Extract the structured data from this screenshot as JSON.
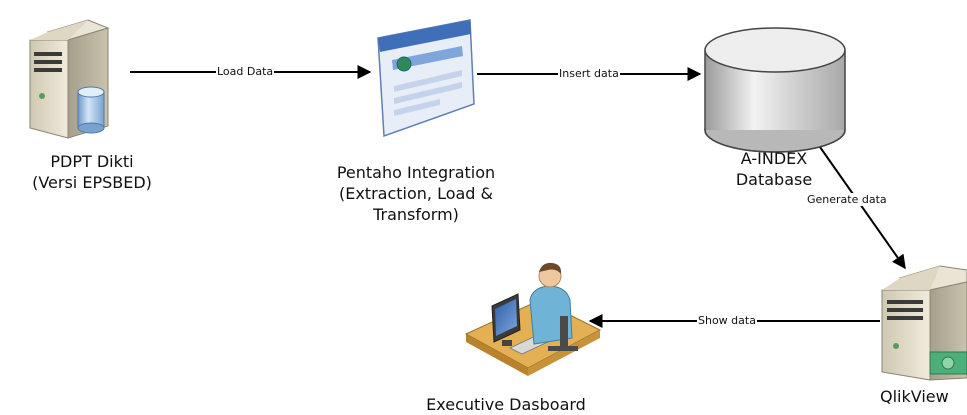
{
  "nodes": {
    "pdpt": {
      "line1": "PDPT Dikti",
      "line2": "(Versi EPSBED)",
      "icon": "server-database-icon"
    },
    "pentaho": {
      "line1": "Pentaho Integration",
      "line2": "(Extraction, Load &",
      "line3": "Transform)",
      "icon": "web-application-icon"
    },
    "aindex": {
      "line1": "A-INDEX",
      "line2": "Database",
      "icon": "database-cylinder-icon"
    },
    "qlikview": {
      "line1": "QlikView",
      "icon": "server-money-icon"
    },
    "executive": {
      "line1": "Executive Dasboard",
      "icon": "user-at-workstation-icon"
    }
  },
  "edges": {
    "load": "Load Data",
    "insert": "Insert data",
    "generate": "Generate data",
    "show": "Show data"
  },
  "colors": {
    "server_body": "#d8d2bf",
    "server_dark": "#3a3a3a",
    "database_blue": "#8fb3d9",
    "cylinder": "#cfcfcf",
    "arrow": "#000000",
    "desk": "#d9a441",
    "person": "#6fb3d6",
    "money": "#4caf7a"
  }
}
